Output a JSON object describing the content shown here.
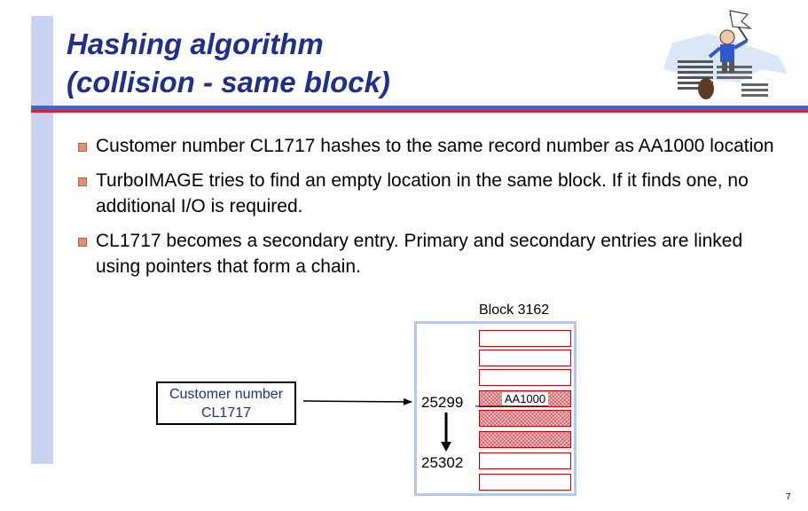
{
  "title": {
    "line1": "Hashing algorithm",
    "line2": "(collision - same block)"
  },
  "bullets": [
    "Customer number CL1717 hashes to the same record number as AA1000 location",
    "TurboIMAGE tries to find an empty location in the same block. If it finds one, no additional I/O is required.",
    "CL1717 becomes a secondary entry. Primary and secondary entries are linked using pointers that form a chain."
  ],
  "diagram": {
    "block_label": "Block 3162",
    "customer_box": {
      "line1": "Customer number",
      "line2": "CL1717"
    },
    "record_primary": "25299",
    "record_secondary": "25302",
    "slot_label": "AA1000"
  },
  "footer": {
    "page_number": "7"
  },
  "colors": {
    "title": "#1f2f8e",
    "rule_blue": "#3d64d8",
    "rule_red": "#d8242a",
    "side_bar": "#c9d3f0",
    "slot_border": "#cc0000"
  }
}
